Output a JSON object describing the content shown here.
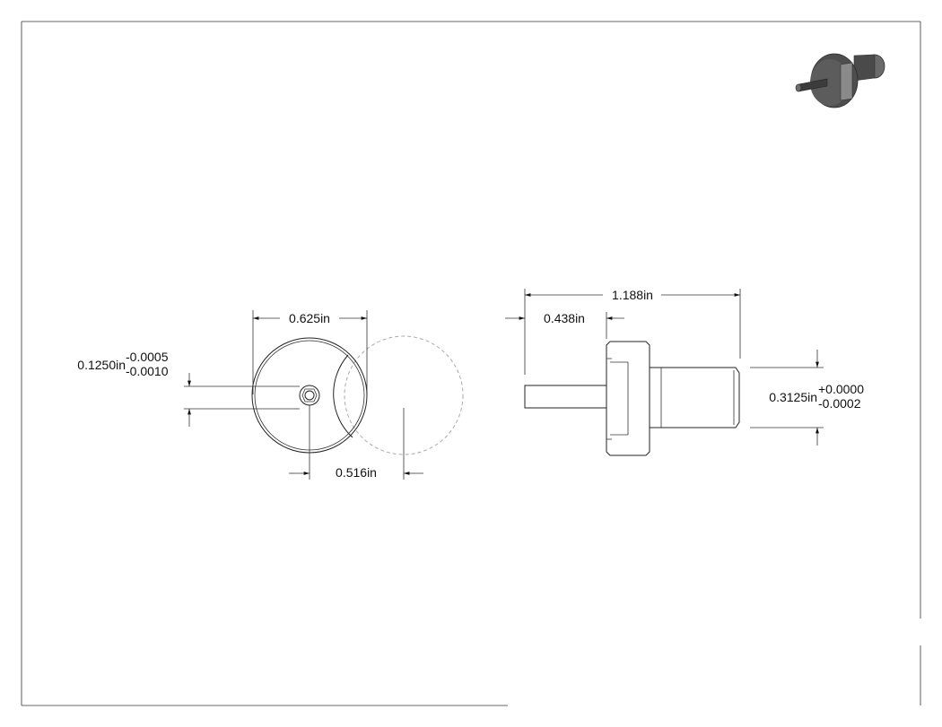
{
  "dimensions": {
    "front_diameter": "0.625in",
    "pin_diameter": "0.1250in",
    "pin_tol_upper": "-0.0005",
    "pin_tol_lower": "-0.0010",
    "offset": "0.516in",
    "overall_length": "1.188in",
    "pin_length": "0.438in",
    "shank_diameter": "0.3125in",
    "shank_tol_upper": "+0.0000",
    "shank_tol_lower": "-0.0002"
  },
  "colors": {
    "line": "#222222",
    "phantom": "#aaaaaa",
    "iso_body": "#555555"
  },
  "icons": {
    "isometric_view": "3d-part-thumbnail"
  }
}
